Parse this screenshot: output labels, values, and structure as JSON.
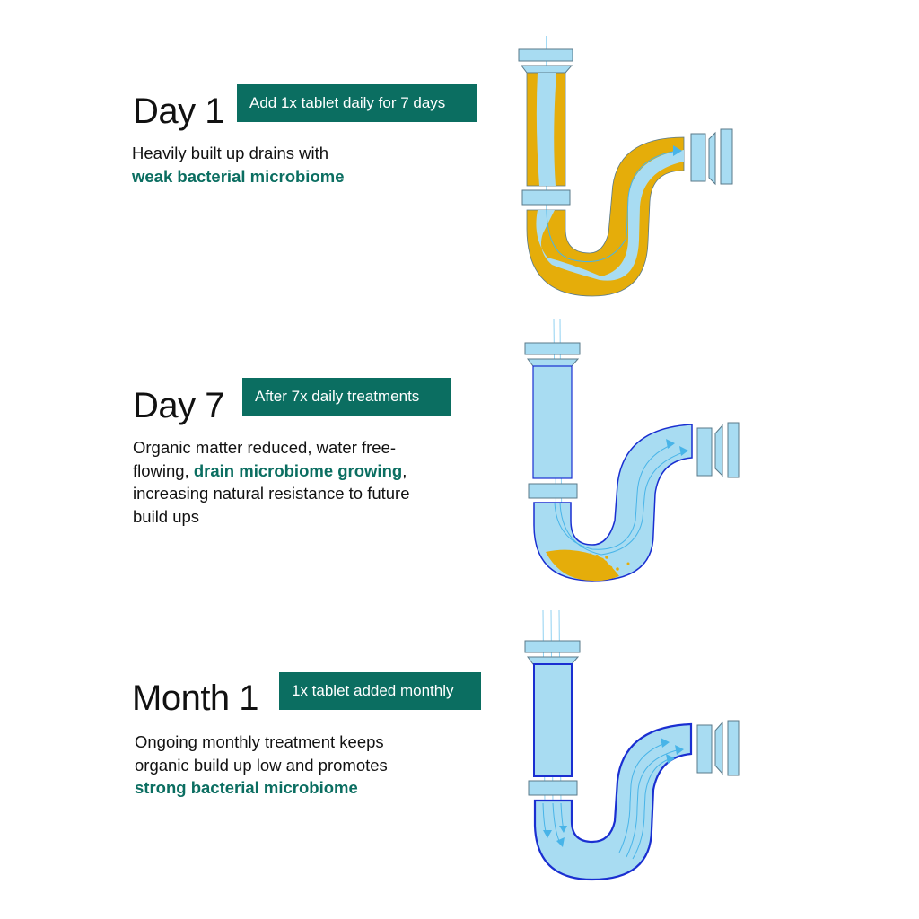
{
  "colors": {
    "accent": "#0b6e61",
    "text": "#111111",
    "pipe_water": "#a8dcf2",
    "pipe_outline": "#5a7a8a",
    "buildup": "#e5ad0a",
    "pipe_wall_clean": "#1a2fd1",
    "flow_arrow": "#48b4e8"
  },
  "stages": [
    {
      "title": "Day 1",
      "badge": "Add 1x tablet daily for 7 days",
      "desc_parts": [
        {
          "text": "Heavily built up drains with ",
          "highlight": false
        },
        {
          "text": "weak bacterial microbiome",
          "highlight": true
        }
      ],
      "pipe_state": "heavy-buildup",
      "illustration": "p-trap-pipe-icon"
    },
    {
      "title": "Day 7",
      "badge": "After 7x daily treatments",
      "desc_parts": [
        {
          "text": "Organic matter reduced, water free-flowing, ",
          "highlight": false
        },
        {
          "text": "drain microbiome growing",
          "highlight": true
        },
        {
          "text": ", increasing natural resistance to future build ups",
          "highlight": false
        }
      ],
      "pipe_state": "reduced-buildup",
      "illustration": "p-trap-pipe-icon"
    },
    {
      "title": "Month 1",
      "badge": "1x tablet added monthly",
      "desc_parts": [
        {
          "text": "Ongoing monthly treatment keeps organic build up low and promotes ",
          "highlight": false
        },
        {
          "text": "strong bacterial microbiome",
          "highlight": true
        }
      ],
      "pipe_state": "clean",
      "illustration": "p-trap-pipe-icon"
    }
  ]
}
